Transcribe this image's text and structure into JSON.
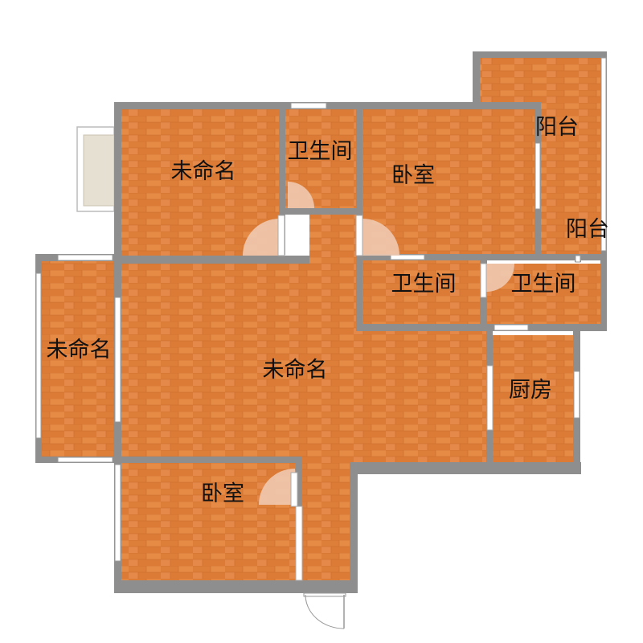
{
  "colors": {
    "floor": "#e1843f",
    "floor_dark": "#c96d2d",
    "wall": "#8e8e8e",
    "window": "#ffffff",
    "door_swing": "#f0c9b0",
    "balcony_ext": "#e6e0d2"
  },
  "rooms": [
    {
      "id": "bedroom-unnamed-top-left",
      "label": "未命名"
    },
    {
      "id": "bathroom-top",
      "label": "卫生间"
    },
    {
      "id": "bedroom-top-right",
      "label": "卧室"
    },
    {
      "id": "balcony-upper",
      "label": "阳台"
    },
    {
      "id": "balcony-lower",
      "label": "阳台"
    },
    {
      "id": "bathroom-middle",
      "label": "卫生间"
    },
    {
      "id": "bathroom-right",
      "label": "卫生间"
    },
    {
      "id": "room-unnamed-left",
      "label": "未命名"
    },
    {
      "id": "living-unnamed",
      "label": "未命名"
    },
    {
      "id": "kitchen",
      "label": "厨房"
    },
    {
      "id": "bedroom-bottom",
      "label": "卧室"
    }
  ]
}
